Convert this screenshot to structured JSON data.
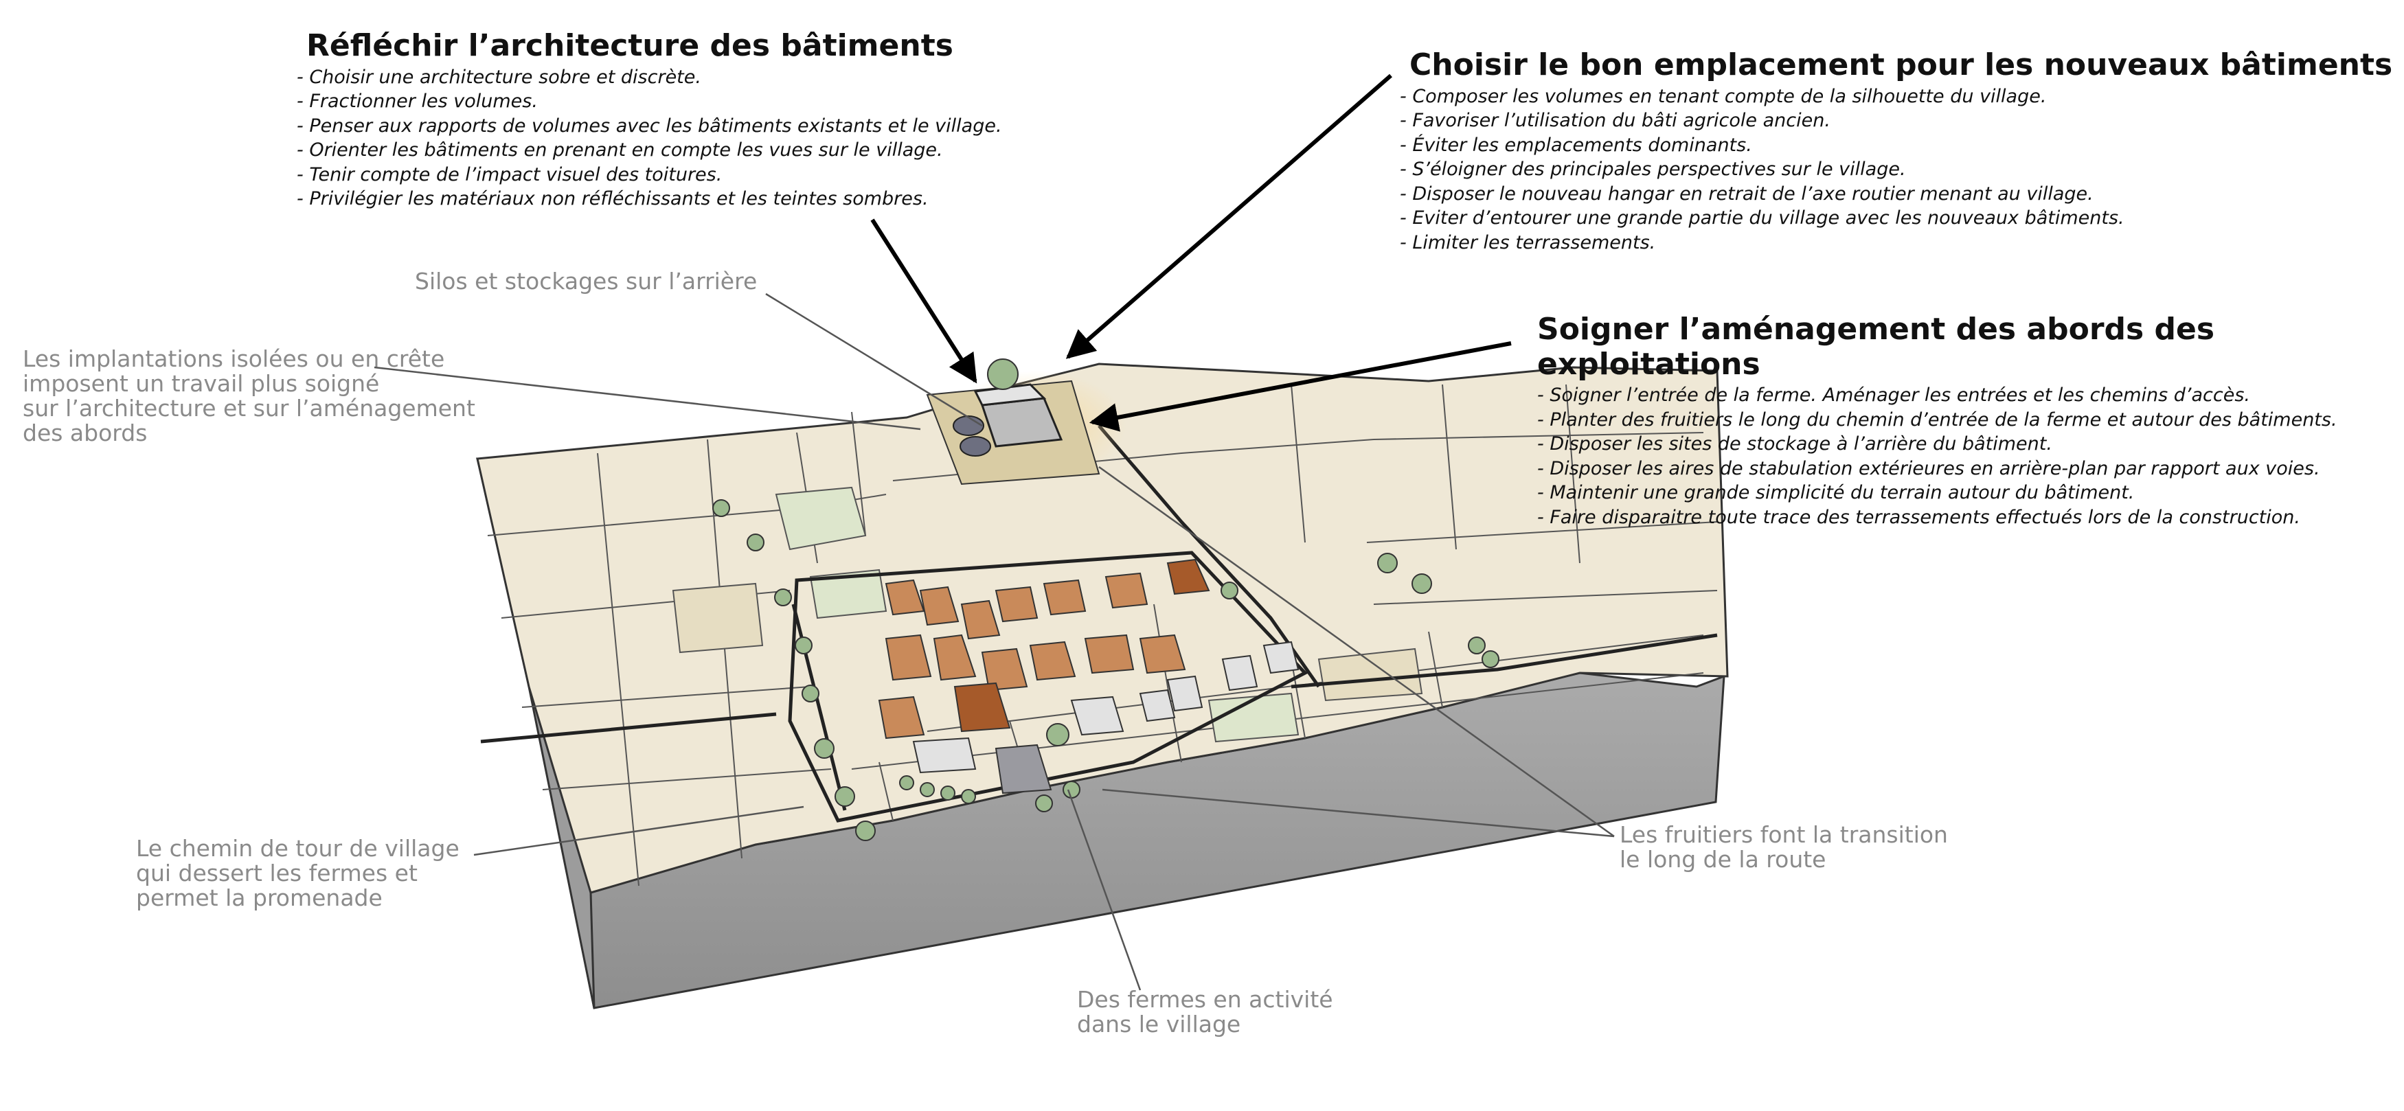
{
  "sections": {
    "architecture": {
      "title": "Réfléchir l’architecture des bâtiments",
      "items": [
        "- Choisir une architecture sobre et discrète.",
        "- Fractionner les volumes.",
        "- Penser aux rapports de volumes avec les bâtiments existants et le village.",
        "- Orienter les bâtiments en prenant en compte les vues sur le village.",
        "- Tenir compte de l’impact visuel des toitures.",
        "- Privilégier les matériaux non réfléchissants et les teintes sombres."
      ]
    },
    "emplacement": {
      "title": "Choisir le bon emplacement pour les nouveaux bâtiments",
      "items": [
        "- Composer les volumes en tenant compte de la silhouette du village.",
        "- Favoriser l’utilisation du bâti agricole ancien.",
        "- Éviter les emplacements dominants.",
        "- S’éloigner des principales perspectives sur le village.",
        "- Disposer le nouveau hangar en retrait de l’axe routier menant au village.",
        "- Eviter d’entourer une grande partie du village avec les nouveaux bâtiments.",
        "- Limiter les terrassements."
      ]
    },
    "abords": {
      "title": "Soigner l’aménagement des abords des exploitations",
      "items": [
        "- Soigner l’entrée de la ferme. Aménager les entrées et les chemins d’accès.",
        "- Planter des fruitiers le long du chemin d’entrée de la ferme et autour des bâtiments.",
        "- Disposer les sites de stockage à l’arrière du bâtiment.",
        "- Disposer les aires de stabulation extérieures en arrière-plan par rapport aux voies.",
        "- Maintenir une grande simplicité du terrain autour du bâtiment.",
        "- Faire disparaitre toute trace des terrassements effectués lors de la construction."
      ]
    }
  },
  "annotations": {
    "silos": [
      "Silos et stockages sur l’arrière"
    ],
    "implantations": [
      "Les implantations isolées ou en crête",
      "imposent un travail plus soigné",
      "sur l’architecture et sur l’aménagement",
      "des abords"
    ],
    "chemin": [
      "Le chemin de tour de village",
      "qui dessert les fermes et",
      "permet la promenade"
    ],
    "fruitiers": [
      "Les fruitiers font la transition",
      "le long de la route"
    ],
    "fermes": [
      "Des fermes en activité",
      "dans le village"
    ]
  },
  "colors": {
    "field": "#efe8d6",
    "field_alt": "#e6ddc2",
    "field_green": "#dde6cc",
    "roof": "#c98a5a",
    "tree": "#9cb98e",
    "side": "#a0a0a0",
    "annotation": "#8a8a8a"
  }
}
